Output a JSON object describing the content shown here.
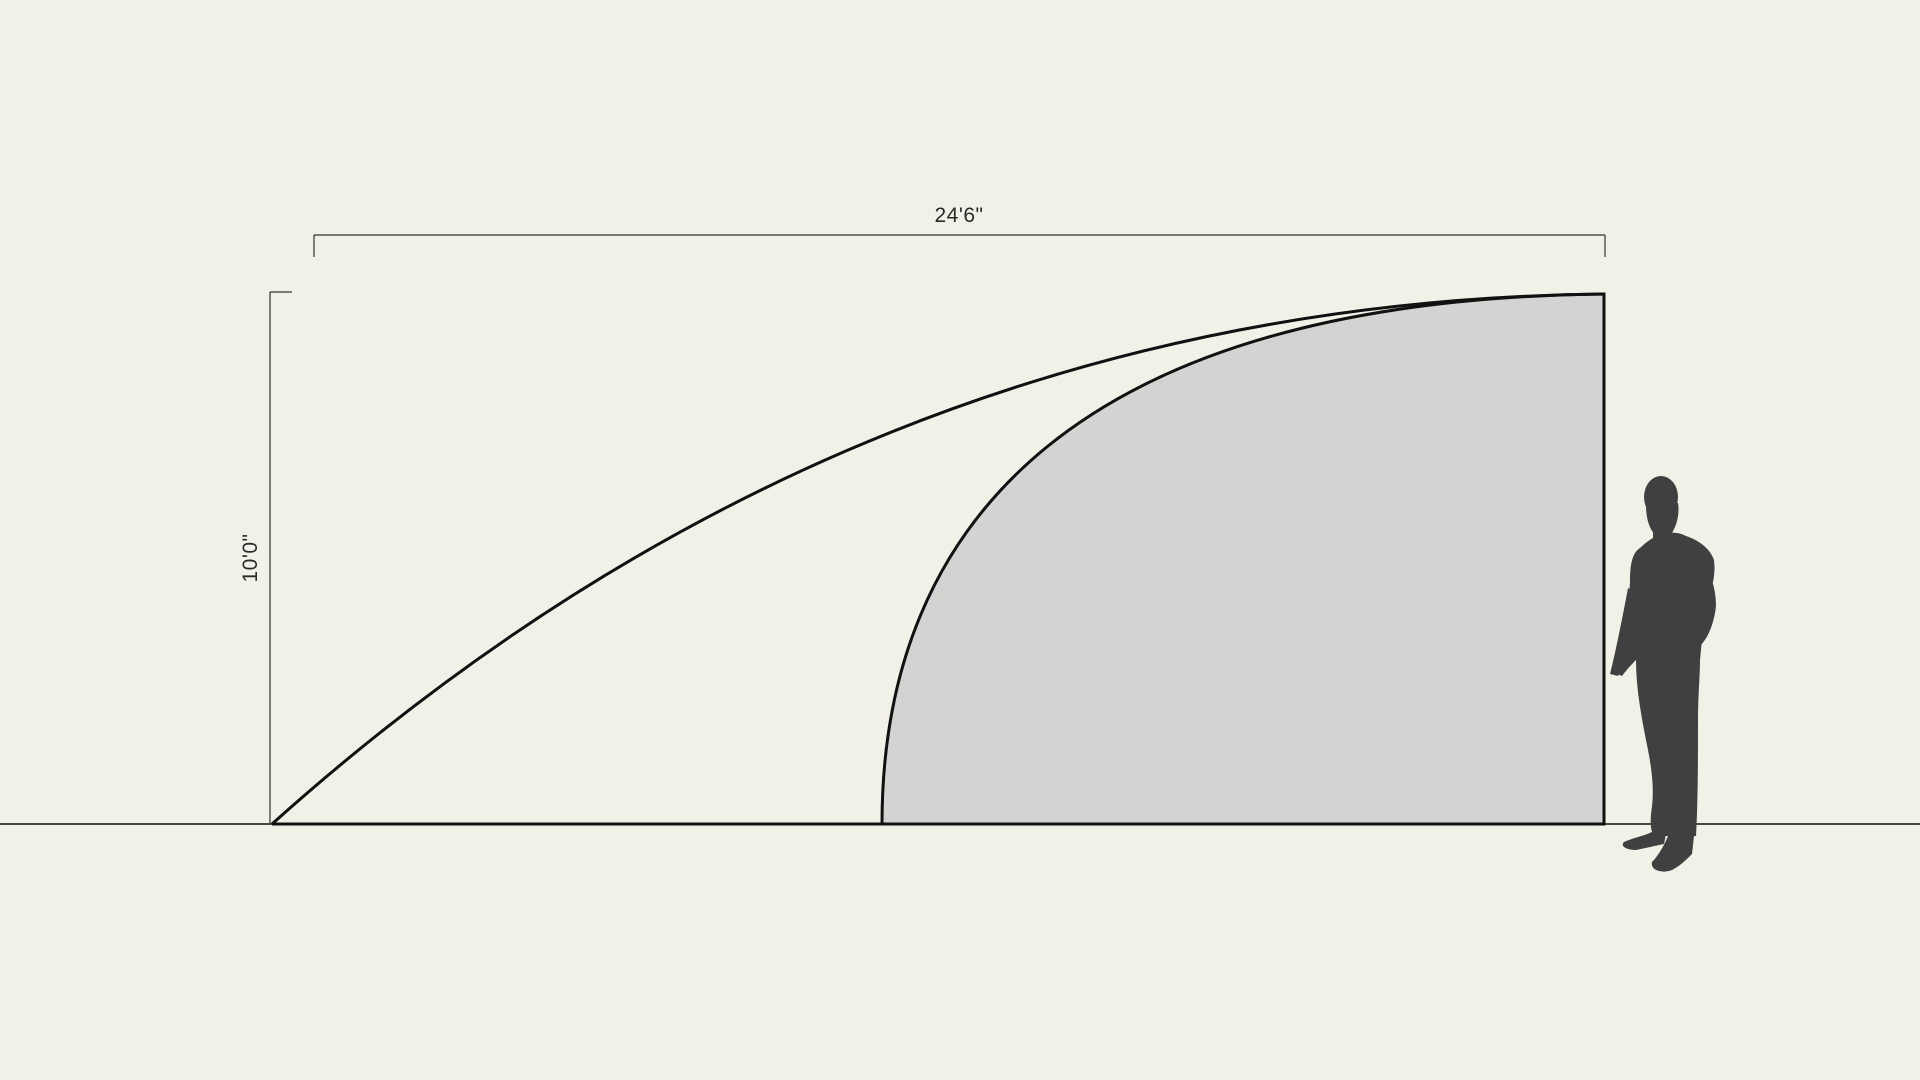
{
  "diagram": {
    "width_dimension": "24'6\"",
    "height_dimension": "10'0\""
  },
  "colors": {
    "background": "#f1f1e7",
    "line": "#111111",
    "dimension_line": "#333333",
    "shaded_fill": "#d4d3d1",
    "figure": "#404040"
  },
  "icons": {
    "scale_figure": "standing-person-silhouette"
  }
}
